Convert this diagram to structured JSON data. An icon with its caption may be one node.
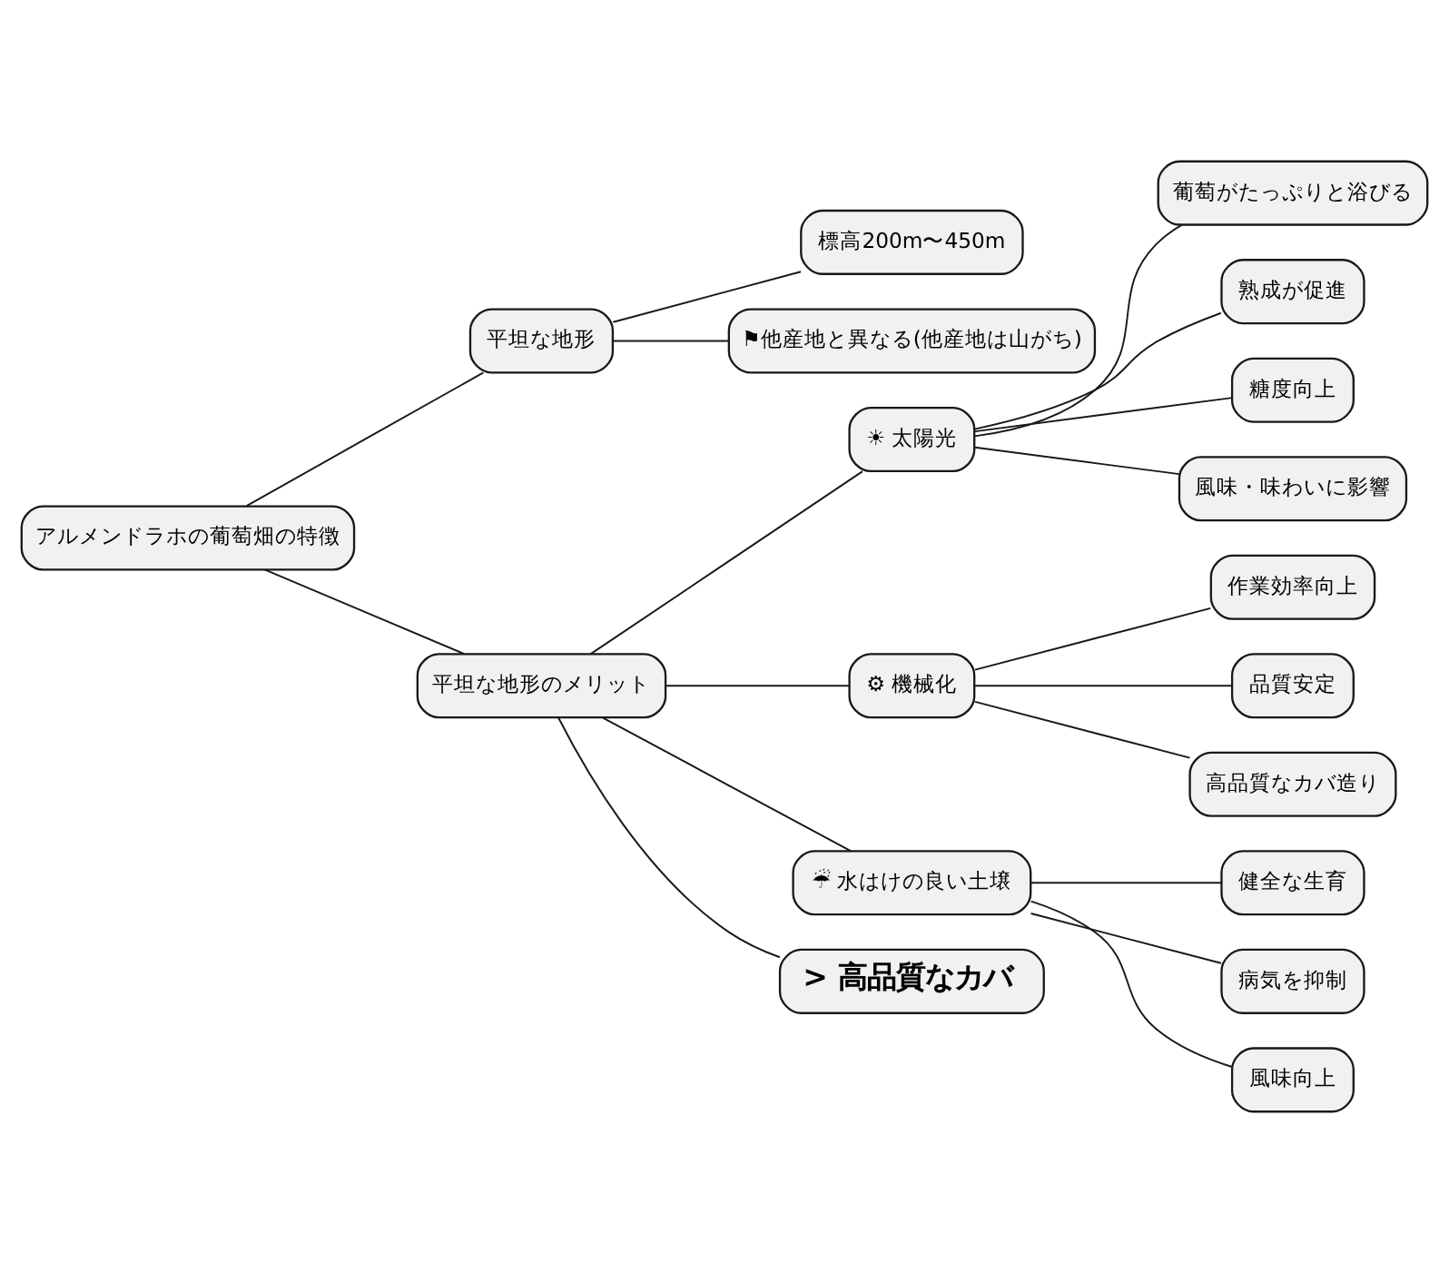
{
  "diagram": {
    "nodes": [
      {
        "text": [
          "アルメンドラホの葡萄畑の特徴"
        ]
      },
      {
        "text": [
          "平坦な地形"
        ]
      },
      {
        "text": [
          "標高200m〜450m"
        ]
      },
      {
        "text": [
          "⚑他産地と異なる(他産地は山がち)"
        ]
      },
      {
        "text": [
          "平坦な地形のメリット"
        ]
      },
      {
        "text": [
          "☀ 太陽光"
        ]
      },
      {
        "text": [
          "葡萄がたっぷりと浴びる"
        ]
      },
      {
        "text": [
          "熟成が促進"
        ]
      },
      {
        "text": [
          "糖度向上"
        ]
      },
      {
        "text": [
          "風味・味わいに影響"
        ]
      },
      {
        "text": [
          "⚙ 機械化"
        ]
      },
      {
        "text": [
          "作業効率向上"
        ]
      },
      {
        "text": [
          "品質安定"
        ]
      },
      {
        "text": [
          "高品質なカバ造り"
        ]
      },
      {
        "text": [
          "☔ 水はけの良い土壌"
        ]
      },
      {
        "text": [
          "健全な生育"
        ]
      },
      {
        "text": [
          "病気を抑制"
        ]
      },
      {
        "text": [
          "風味向上"
        ]
      },
      {
        "text": [
          "> 高品質なカバ"
        ]
      }
    ],
    "edges": [
      {
        "from": 0,
        "to": 1,
        "arrow": "none"
      },
      {
        "from": 1,
        "to": 2,
        "arrow": "none"
      },
      {
        "from": 1,
        "to": 3,
        "arrow": "none"
      },
      {
        "from": 0,
        "to": 4,
        "arrow": "none"
      },
      {
        "from": 4,
        "to": 5,
        "arrow": "none"
      },
      {
        "from": 5,
        "to": 6,
        "arrow": "none"
      },
      {
        "from": 5,
        "to": 7,
        "arrow": "none"
      },
      {
        "from": 5,
        "to": 8,
        "arrow": "none"
      },
      {
        "from": 5,
        "to": 9,
        "arrow": "none"
      },
      {
        "from": 4,
        "to": 10,
        "arrow": "none"
      },
      {
        "from": 10,
        "to": 11,
        "arrow": "none"
      },
      {
        "from": 10,
        "to": 12,
        "arrow": "none"
      },
      {
        "from": 10,
        "to": 13,
        "arrow": "none"
      },
      {
        "from": 4,
        "to": 14,
        "arrow": "none"
      },
      {
        "from": 14,
        "to": 15,
        "arrow": "none"
      },
      {
        "from": 14,
        "to": 16,
        "arrow": "none"
      },
      {
        "from": 14,
        "to": 17,
        "arrow": "none"
      },
      {
        "from": 4,
        "to": 18,
        "arrow": "none"
      }
    ]
  }
}
